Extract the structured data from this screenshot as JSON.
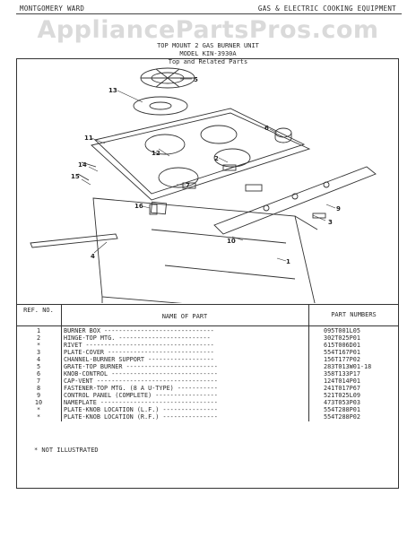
{
  "header": {
    "left": "MONTGOMERY WARD",
    "right": "GAS & ELECTRIC COOKING EQUIPMENT"
  },
  "watermark": "AppliancePartsPros.com",
  "title": {
    "line1": "TOP MOUNT 2 GAS BURNER UNIT",
    "line2": "MODEL KIN-3930A",
    "line3": "Top and Related Parts"
  },
  "callouts": [
    "5",
    "13",
    "11",
    "6",
    "12",
    "2",
    "7",
    "14",
    "15",
    "16",
    "9",
    "3",
    "10",
    "4",
    "1"
  ],
  "table": {
    "col_ref": "REF. NO.",
    "col_name": "NAME OF PART",
    "col_part": "PART NUMBERS",
    "rows": [
      {
        "ref": "1",
        "name": "BURNER BOX ------------------------------",
        "part": "095T001L05"
      },
      {
        "ref": "2",
        "name": "HINGE-TOP MTG. -------------------------",
        "part": "302T025P01"
      },
      {
        "ref": "*",
        "name": "RIVET -----------------------------------",
        "part": "615T006D01"
      },
      {
        "ref": "3",
        "name": "PLATE-COVER -----------------------------",
        "part": "554T167P01"
      },
      {
        "ref": "4",
        "name": "CHANNEL-BURNER SUPPORT ------------------",
        "part": "156T177P02"
      },
      {
        "ref": "5",
        "name": "GRATE-TOP BURNER -------------------------",
        "part": "283T013W01-18"
      },
      {
        "ref": "6",
        "name": "KNOB-CONTROL -----------------------------",
        "part": "358T133P17"
      },
      {
        "ref": "7",
        "name": "CAP-VENT ---------------------------------",
        "part": "124T014P01"
      },
      {
        "ref": "8",
        "name": "FASTENER-TOP MTG. (8 A U-TYPE) -----------",
        "part": "241T017P67"
      },
      {
        "ref": "9",
        "name": "CONTROL PANEL (COMPLETE) -----------------",
        "part": "521T025L09"
      },
      {
        "ref": "10",
        "name": "NAMEPLATE --------------------------------",
        "part": "473T053P03"
      },
      {
        "ref": "*",
        "name": "PLATE-KNOB LOCATION (L.F.) ---------------",
        "part": "554T288P01"
      },
      {
        "ref": "*",
        "name": "PLATE-KNOB LOCATION (R.F.) ---------------",
        "part": "554T288P02"
      }
    ]
  },
  "footnote": "* NOT ILLUSTRATED"
}
